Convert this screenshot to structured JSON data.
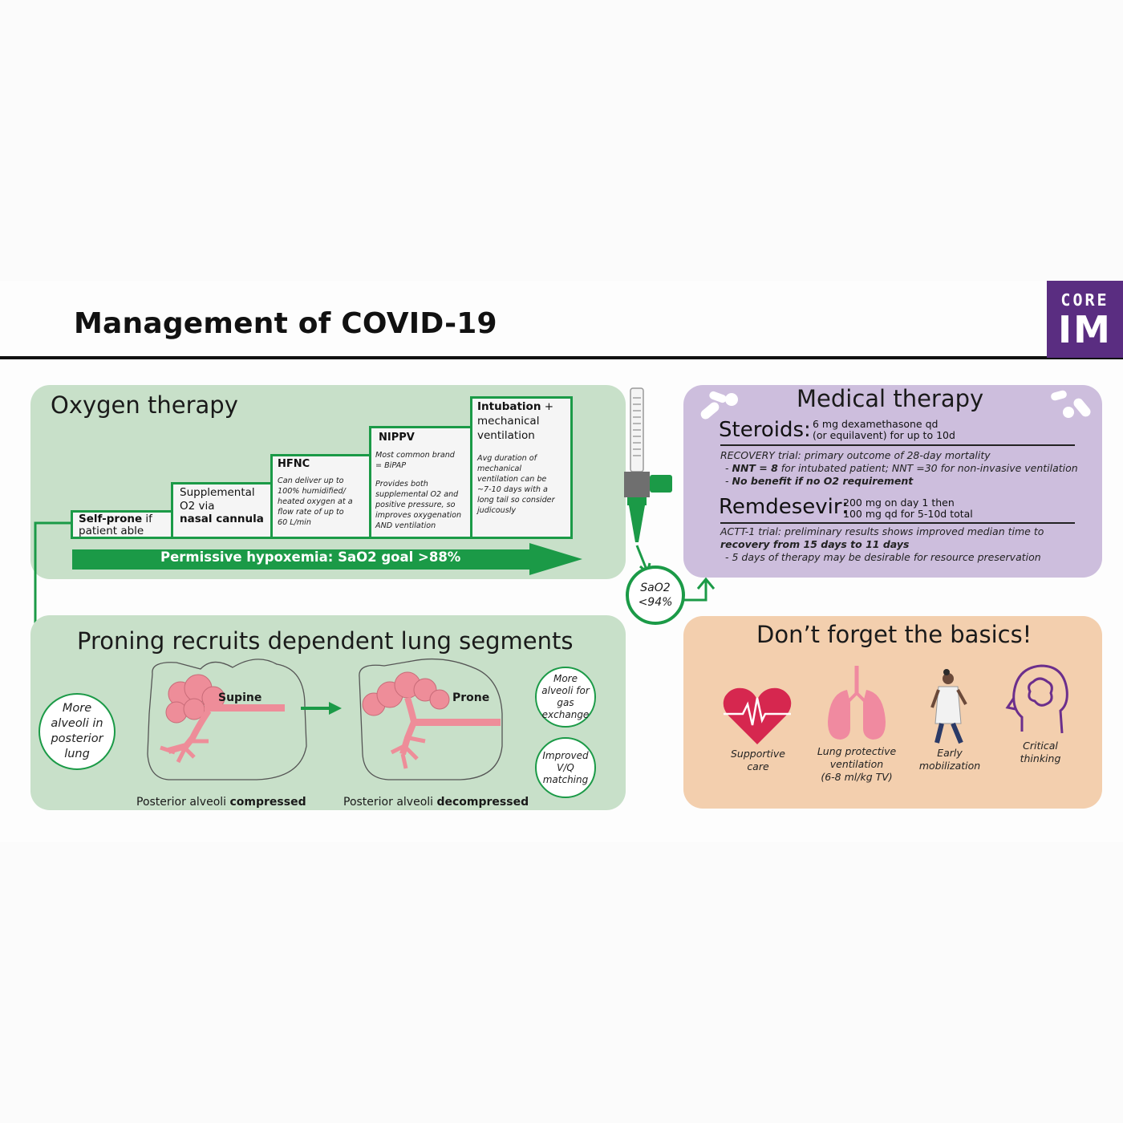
{
  "header": {
    "title": "Management of COVID-19",
    "logo_top": "CORE",
    "logo_bottom": "IM"
  },
  "oxygen": {
    "title": "Oxygen therapy",
    "steps": [
      {
        "head_bold": "Self-prone",
        "head_rest": " if",
        "line2": "patient able"
      },
      {
        "line1": "Supplemental",
        "line2": "O2 via",
        "line3": "nasal cannula"
      },
      {
        "head": "HFNC",
        "detail": [
          "Can deliver up to",
          "100% humidified/",
          "heated oxygen at a",
          "flow rate of up to",
          "60 L/min"
        ]
      },
      {
        "head": "NIPPV",
        "detail_a": [
          "Most common brand",
          "= BiPAP"
        ],
        "detail_b": [
          "Provides both",
          "supplemental O2 and",
          "positive pressure, so",
          "improves oxygenation",
          "AND ventilation"
        ]
      },
      {
        "head": "Intubation",
        "head_rest": " +",
        "line2": "mechanical",
        "line3": "ventilation",
        "detail": [
          "Avg duration of",
          "mechanical",
          "ventilation can be",
          "~7-10 days with a",
          "long tail so consider",
          "judicously"
        ]
      }
    ],
    "arrow_label": "Permissive hypoxemia: SaO2 goal >88%"
  },
  "threshold": {
    "line1": "SaO2",
    "line2": "<94%"
  },
  "proning": {
    "title": "Proning recruits dependent lung segments",
    "left_circle": [
      "More",
      "alveoli in",
      "posterior",
      "lung"
    ],
    "supine_label": "Supine",
    "prone_label": "Prone",
    "caption_left_a": "Posterior alveoli ",
    "caption_left_b": "compressed",
    "caption_right_a": "Posterior alveoli ",
    "caption_right_b": "decompressed",
    "right_circle_1": [
      "More",
      "alveoli for",
      "gas",
      "exchange"
    ],
    "right_circle_2": [
      "Improved",
      "V/Q",
      "matching"
    ]
  },
  "medical": {
    "title": "Medical therapy",
    "steroids_head": "Steroids:",
    "steroids_dose": [
      "6 mg dexamethasone qd",
      "(or equilavent) for up to 10d"
    ],
    "recovery_line": "RECOVERY trial: primary outcome of 28-day mortality",
    "nnt_bold": "NNT = 8",
    "nnt_rest": " for intubated patient; NNT =30 for non-invasive ventilation",
    "no_benefit": "No benefit if no O2 requirement",
    "remdesevir_head": "Remdesevir:",
    "remdesevir_dose": [
      "200 mg on day 1 then",
      "100 mg qd for 5-10d total"
    ],
    "actt_line": "ACTT-1 trial: preliminary results shows improved median time to",
    "actt_bold": "recovery from 15 days to 11 days",
    "actt_note": "- 5 days of therapy may be desirable for resource preservation"
  },
  "basics": {
    "title": "Don’t forget the basics!",
    "items": [
      {
        "icon": "heart-icon",
        "label": [
          "Supportive",
          "care"
        ],
        "color": "#d6274f"
      },
      {
        "icon": "lungs-icon",
        "label": [
          "Lung protective",
          "ventilation",
          "(6-8 ml/kg TV)"
        ],
        "color": "#f08aa0"
      },
      {
        "icon": "walking-doctor-icon",
        "label": [
          "Early",
          "mobilization"
        ],
        "color": "#2b3a67"
      },
      {
        "icon": "brain-head-icon",
        "label": [
          "Critical",
          "thinking"
        ],
        "color": "#6b2e8c"
      }
    ]
  },
  "colors": {
    "green": "#1b9a47",
    "purple": "#5a2d81",
    "lung_pink": "#ee8d99"
  }
}
